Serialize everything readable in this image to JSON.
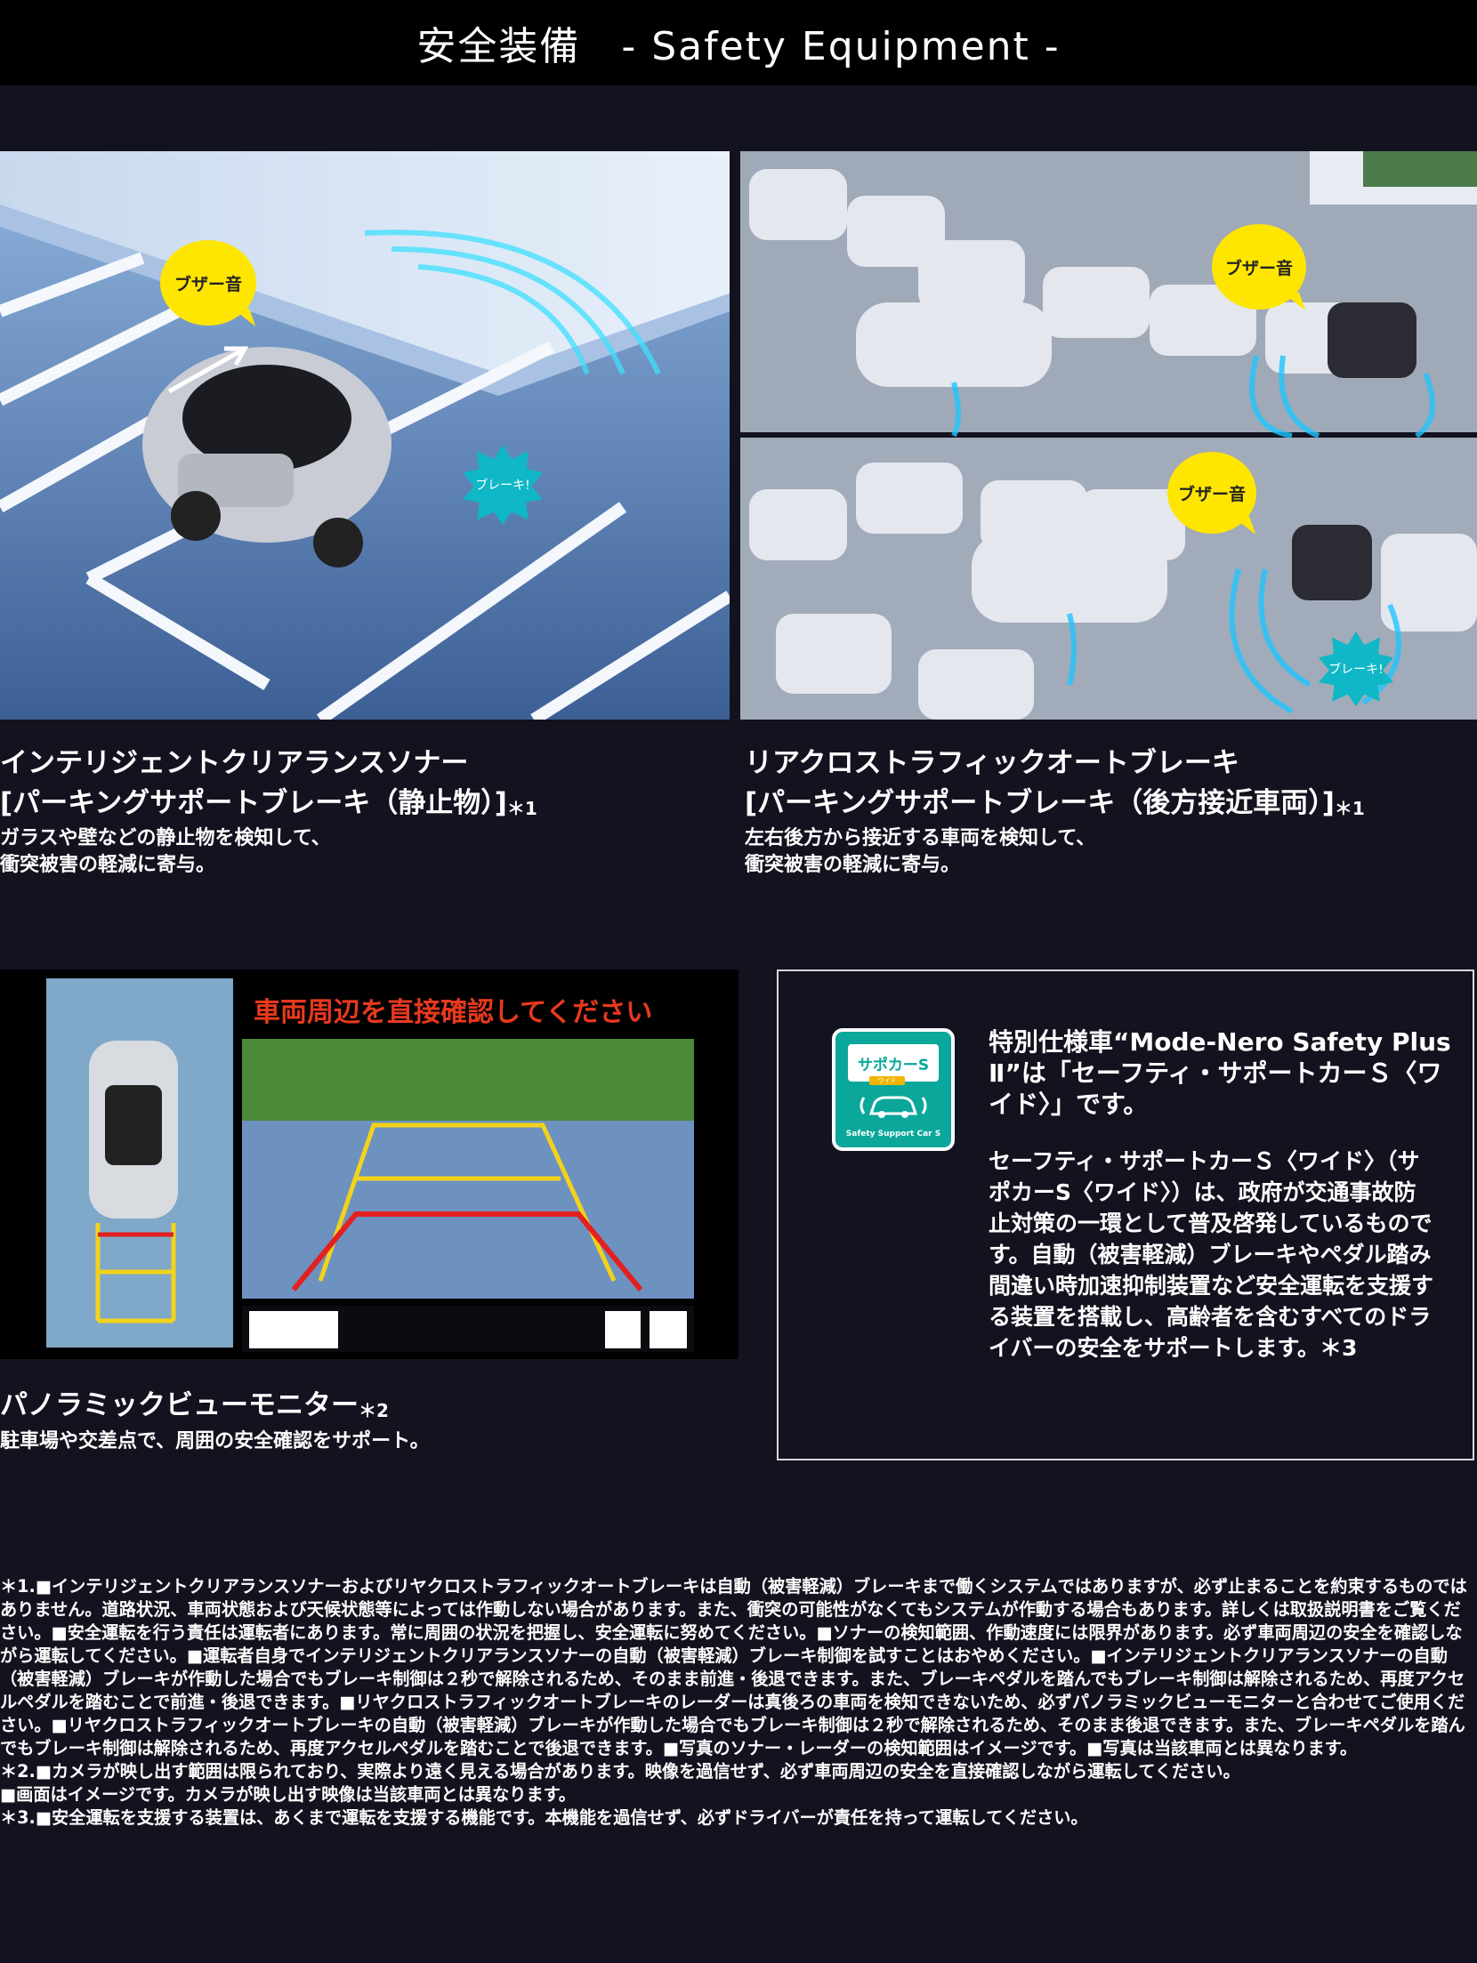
{
  "header": {
    "title": "安全装備　- Safety Equipment -"
  },
  "image_labels": {
    "buzzer": "ブザー音",
    "brake": "ブレーキ!",
    "monitor_warning": "車両周辺を直接確認してください"
  },
  "features": [
    {
      "title_line1": "インテリジェントクリアランスソナー",
      "title_line2": "[パーキングサポートブレーキ（静止物）]",
      "note_mark": "＊1",
      "desc_line1": "ガラスや壁などの静止物を検知して、",
      "desc_line2": "衝突被害の軽減に寄与。"
    },
    {
      "title_line1": "リアクロストラフィックオートブレーキ",
      "title_line2": "[パーキングサポートブレーキ（後方接近車両）]",
      "note_mark": "＊1",
      "desc_line1": "左右後方から接近する車両を検知して、",
      "desc_line2": "衝突被害の軽減に寄与。"
    },
    {
      "title_line1": "パノラミックビューモニター",
      "note_mark": "＊2",
      "desc_line1": "駐車場や交差点で、周囲の安全確認をサポート。"
    }
  ],
  "safety_box": {
    "logo_text": "サポカーS",
    "logo_wide": "ワイド",
    "logo_sub": "Safety Support Car S",
    "title": "特別仕様車“Mode-Nero Safety Plus Ⅱ”は「セーフティ・サポートカーＳ〈ワイド〉」です。",
    "body": "セーフティ・サポートカーＳ〈ワイド〉（サポカーS〈ワイド〉）は、政府が交通事故防止対策の一環として普及啓発しているものです。自動（被害軽減）ブレーキやペダル踏み間違い時加速抑制装置など安全運転を支援する装置を搭載し、高齢者を含むすべてのドライバーの安全をサポートします。＊3"
  },
  "footnotes": [
    "＊1.■インテリジェントクリアランスソナーおよびリヤクロストラフィックオートブレーキは自動（被害軽減）ブレーキまで働くシステムではありますが、必ず止まることを約束するものではありません。道路状況、車両状態および天候状態等によっては作動しない場合があります。また、衝突の可能性がなくてもシステムが作動する場合もあります。詳しくは取扱説明書をご覧ください。■安全運転を行う責任は運転者にあります。常に周囲の状況を把握し、安全運転に努めてください。■ソナーの検知範囲、作動速度には限界があります。必ず車両周辺の安全を確認しながら運転してください。■運転者自身でインテリジェントクリアランスソナーの自動（被害軽減）ブレーキ制御を試すことはおやめください。■インテリジェントクリアランスソナーの自動（被害軽減）ブレーキが作動した場合でもブレーキ制御は２秒で解除されるため、そのまま前進・後退できます。また、ブレーキペダルを踏んでもブレーキ制御は解除されるため、再度アクセルペダルを踏むことで前進・後退できます。■リヤクロストラフィックオートブレーキのレーダーは真後ろの車両を検知できないため、必ずパノラミックビューモニターと合わせてご使用ください。■リヤクロストラフィックオートブレーキの自動（被害軽減）ブレーキが作動した場合でもブレーキ制御は２秒で解除されるため、そのまま後退できます。また、ブレーキペダルを踏んでもブレーキ制御は解除されるため、再度アクセルペダルを踏むことで後退できます。■写真のソナー・レーダーの検知範囲はイメージです。■写真は当該車両とは異なります。",
    "＊2.■カメラが映し出す範囲は限られており、実際より遠く見える場合があります。映像を過信せず、必ず車両周辺の安全を直接確認しながら運転してください。",
    "■画面はイメージです。カメラが映し出す映像は当該車両とは異なります。",
    "＊3.■安全運転を支援する装置は、あくまで運転を支援する機能です。本機能を過信せず、必ずドライバーが責任を持って運転してください。"
  ]
}
